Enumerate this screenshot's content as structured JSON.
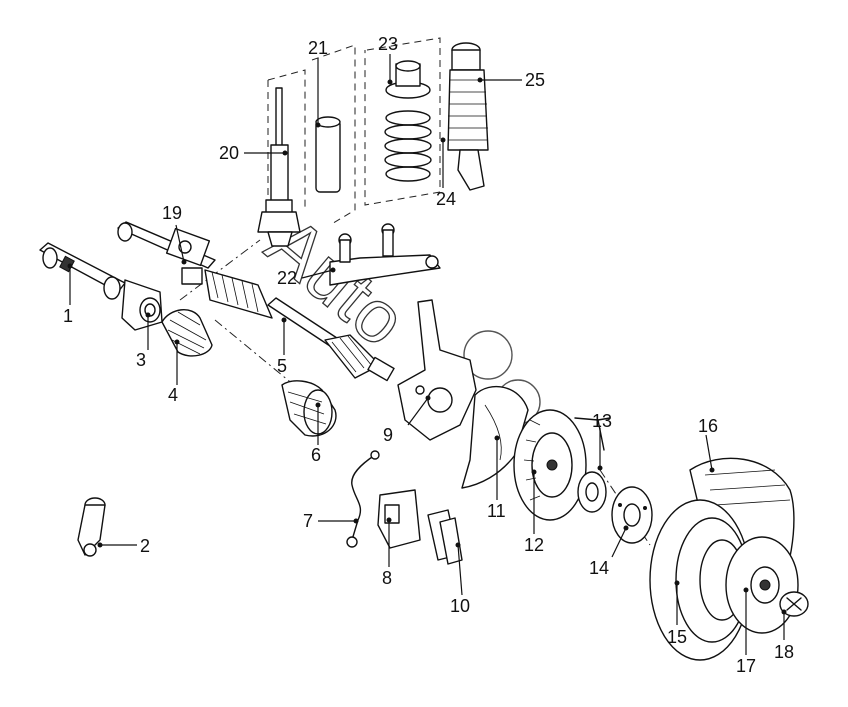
{
  "watermark": "Auto",
  "callouts": [
    "1",
    "2",
    "3",
    "4",
    "5",
    "6",
    "7",
    "8",
    "9",
    "10",
    "11",
    "12",
    "13",
    "14",
    "15",
    "16",
    "17",
    "18",
    "19",
    "20",
    "21",
    "22",
    "23",
    "24",
    "25"
  ]
}
